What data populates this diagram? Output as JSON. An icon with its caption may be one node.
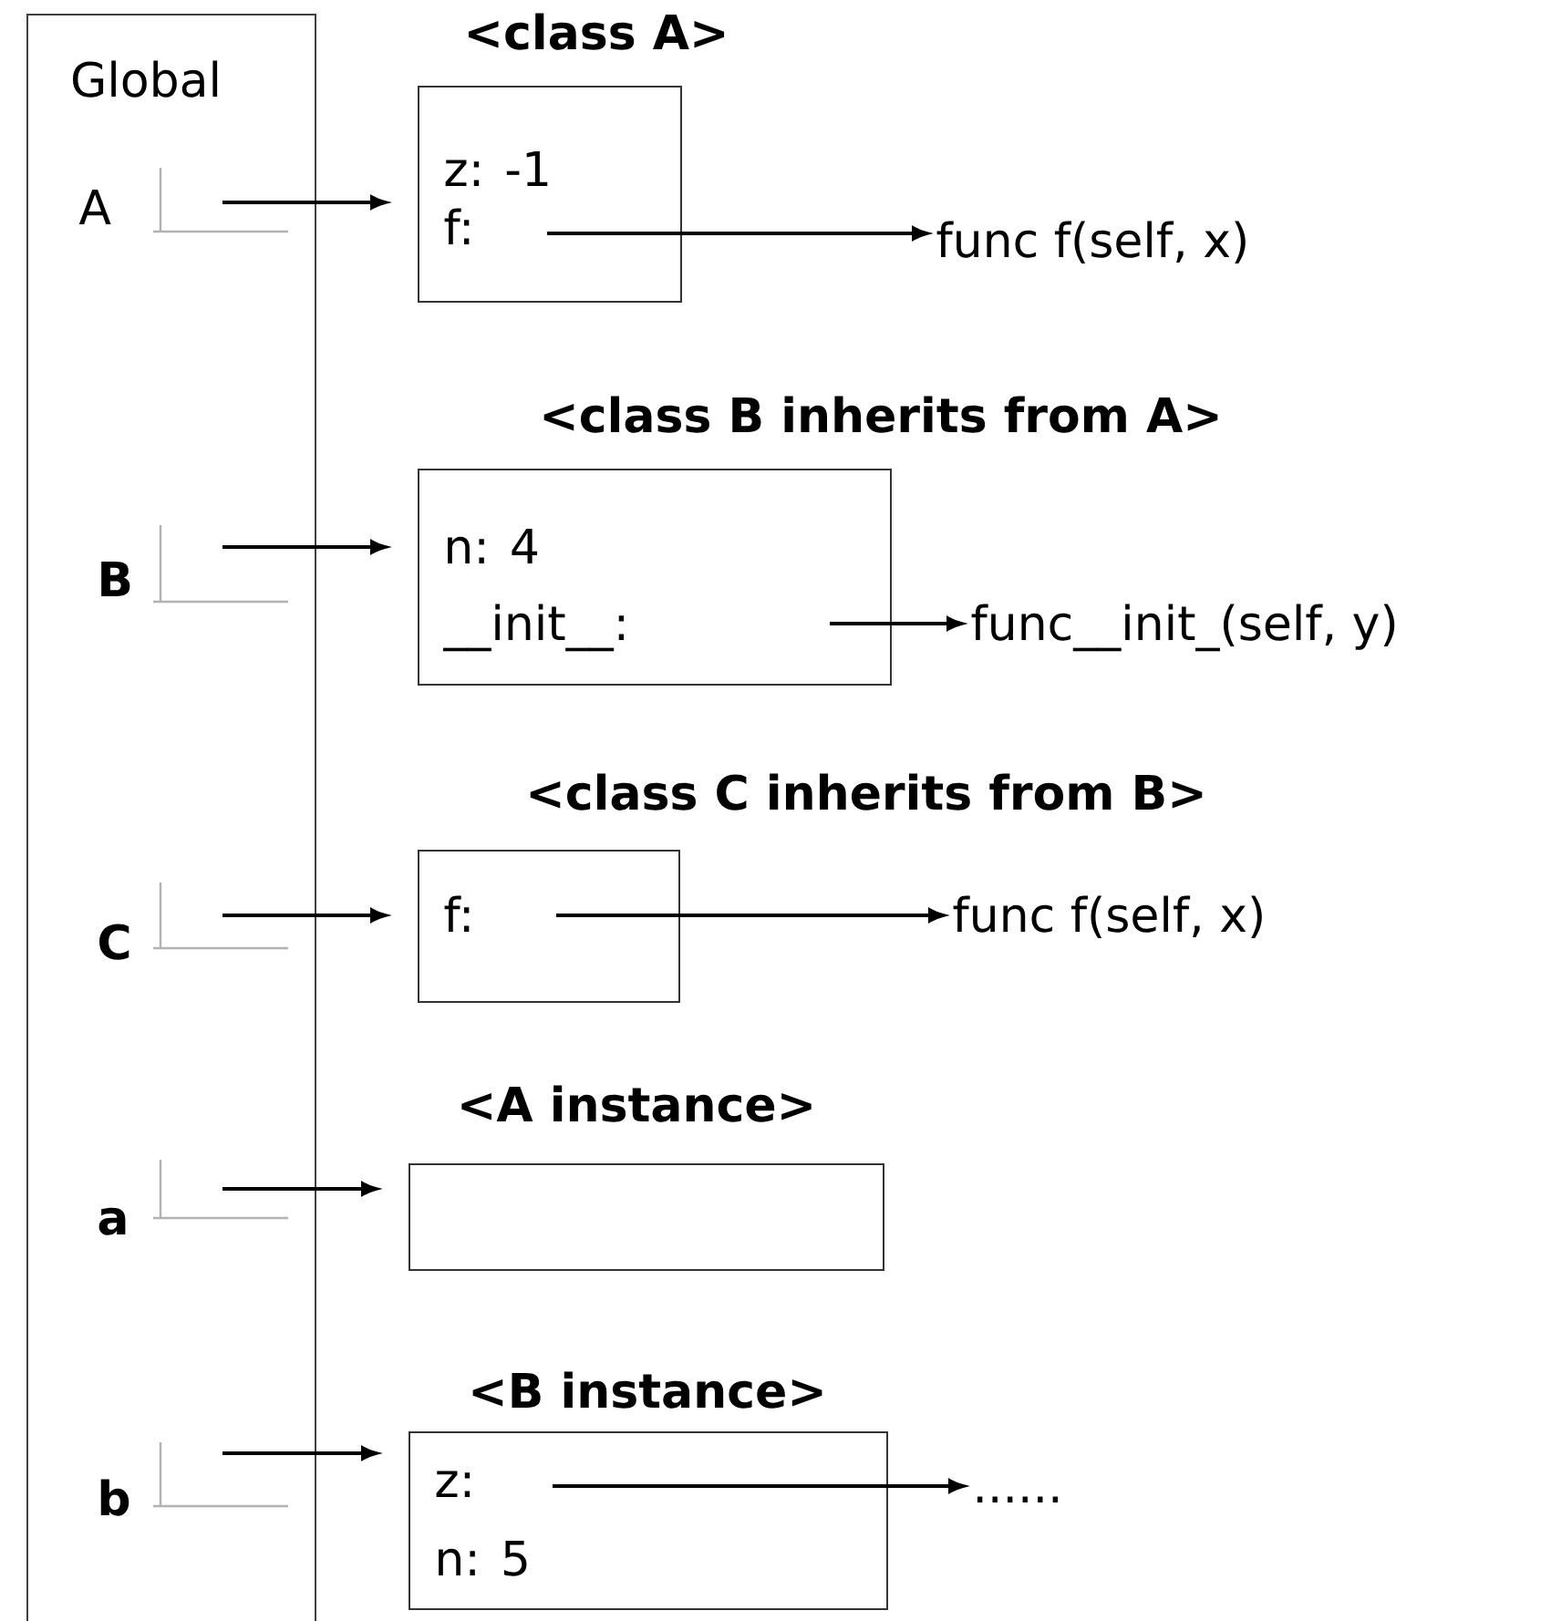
{
  "diagram": {
    "nodes": [
      {
        "text": [
          "Global"
        ]
      },
      {
        "text": [
          "A"
        ],
        "in": 0
      },
      {
        "text": [
          "B"
        ],
        "in": 0
      },
      {
        "text": [
          "C"
        ],
        "in": 0
      },
      {
        "text": [
          "a"
        ],
        "in": 0
      },
      {
        "text": [
          "b"
        ],
        "in": 0
      },
      {
        "text": [
          "<class A>",
          "z: -1",
          "f:"
        ]
      },
      {
        "text": [
          "func f(self, x)"
        ]
      },
      {
        "text": [
          "<class B inherits from A>",
          "n: 4",
          "__init__:"
        ]
      },
      {
        "text": [
          "func__init_(self, y)"
        ]
      },
      {
        "text": [
          "<class C inherits from B>",
          "f:"
        ]
      },
      {
        "text": [
          "func f(self, x)"
        ]
      },
      {
        "text": [
          "<A instance>"
        ]
      },
      {
        "text": [
          "<B instance>",
          "z:",
          "n: 5"
        ]
      },
      {
        "text": [
          "......"
        ]
      }
    ],
    "edges": [
      {
        "from": 1,
        "to": 6,
        "arrow": "to"
      },
      {
        "from": 6,
        "to": 7,
        "arrow": "to"
      },
      {
        "from": 2,
        "to": 8,
        "arrow": "to"
      },
      {
        "from": 8,
        "to": 9,
        "arrow": "to"
      },
      {
        "from": 3,
        "to": 10,
        "arrow": "to"
      },
      {
        "from": 10,
        "to": 11,
        "arrow": "to"
      },
      {
        "from": 4,
        "to": 12,
        "arrow": "to"
      },
      {
        "from": 5,
        "to": 13,
        "arrow": "to"
      },
      {
        "from": 13,
        "to": 14,
        "arrow": "to"
      }
    ]
  }
}
